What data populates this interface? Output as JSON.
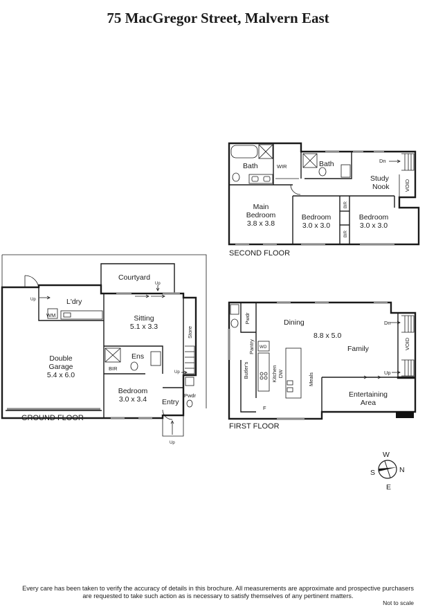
{
  "title": "75 MacGregor Street, Malvern East",
  "second_floor": {
    "label": "SECOND FLOOR",
    "bath1": "Bath",
    "wir": "WIR",
    "bath2": "Bath",
    "study": "Study",
    "nook": "Nook",
    "void": "VOID",
    "dn": "Dn",
    "main_bedroom_1": "Main",
    "main_bedroom_2": "Bedroom",
    "main_bedroom_size": "3.8 x 3.8",
    "bedroom2": "Bedroom",
    "bedroom2_size": "3.0 x 3.0",
    "bedroom3": "Bedroom",
    "bedroom3_size": "3.0 x 3.0",
    "bir1": "BIR",
    "bir2": "BIR"
  },
  "first_floor": {
    "label": "FIRST FLOOR",
    "pwdr": "Pwdr",
    "dining": "Dining",
    "size": "8.8 x 5.0",
    "family": "Family",
    "void": "VOID",
    "dn": "Dn",
    "up": "Up",
    "butlers": "Butler's",
    "pantry": "Pantry",
    "wo": "WO",
    "kitchen": "Kitchen",
    "dw": "DW",
    "meals": "Meals",
    "f": "F",
    "entertaining": "Entertaining",
    "area": "Area"
  },
  "ground_floor": {
    "label": "GROUND FLOOR",
    "courtyard": "Courtyard",
    "up_courtyard": "Up",
    "up_laundry": "Up",
    "laundry": "L'dry",
    "wm": "WM",
    "sitting": "Sitting",
    "sitting_size": "5.1 x 3.3",
    "store": "Store",
    "double": "Double",
    "garage": "Garage",
    "garage_size": "5.4 x 6.0",
    "ens": "Ens",
    "bir": "BIR",
    "up_stairs": "Up",
    "bedroom": "Bedroom",
    "bedroom_size": "3.0 x 3.4",
    "pwdr": "Pwdr",
    "entry": "Entry",
    "up_entry": "Up"
  },
  "compass": {
    "n": "N",
    "s": "S",
    "e": "E",
    "w": "W"
  },
  "disclaimer_line1": "Every care has been taken to verify the accuracy of details in this brochure.  All measurements are approximate and prospective purchasers",
  "disclaimer_line2": "are requested to take such action as is necessary to satisfy themselves of any pertinent matters.",
  "scale_note": "Not to scale"
}
